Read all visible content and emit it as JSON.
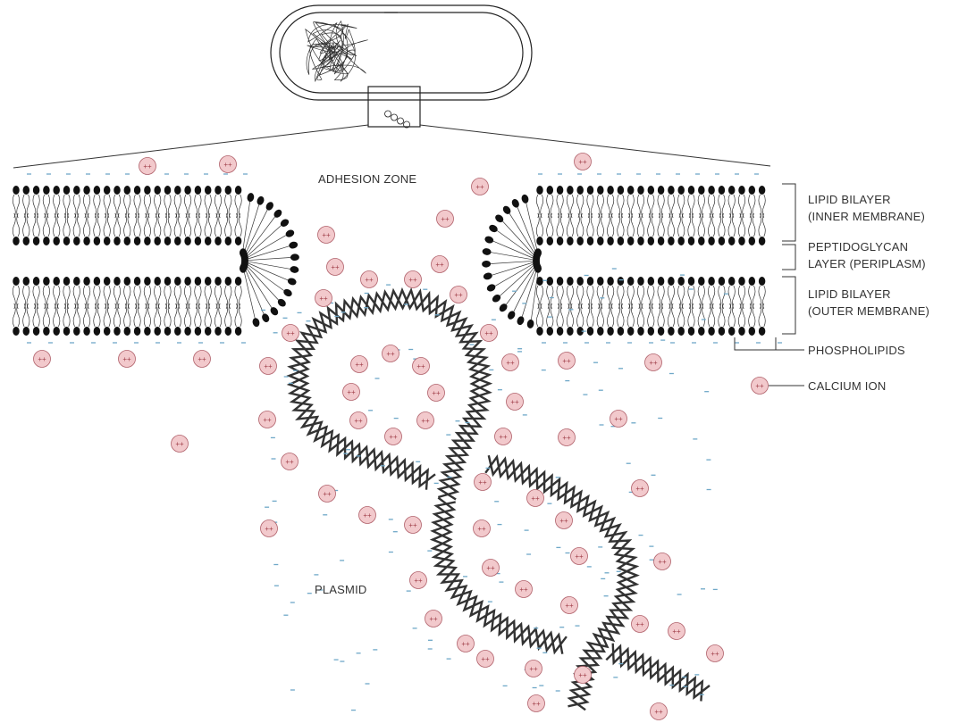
{
  "labels": {
    "adhesion_zone": "ADHESION ZONE",
    "inner_membrane_line1": "LIPID BILAYER",
    "inner_membrane_line2": "(INNER MEMBRANE)",
    "periplasm_line1": "PEPTIDOGLYCAN",
    "periplasm_line2": "LAYER (PERIPLASM)",
    "outer_membrane_line1": "LIPID BILAYER",
    "outer_membrane_line2": "(OUTER MEMBRANE)",
    "phospholipids": "PHOSPHOLIPIDS",
    "calcium_ion": "CALCIUM ION",
    "plasmid": "PLASMID"
  },
  "ion_symbol": "++",
  "colors": {
    "ion_fill": "#f2c9cc",
    "ion_stroke": "#b0606a",
    "charge_dash": "#6fa8c8",
    "membrane": "#111111"
  }
}
